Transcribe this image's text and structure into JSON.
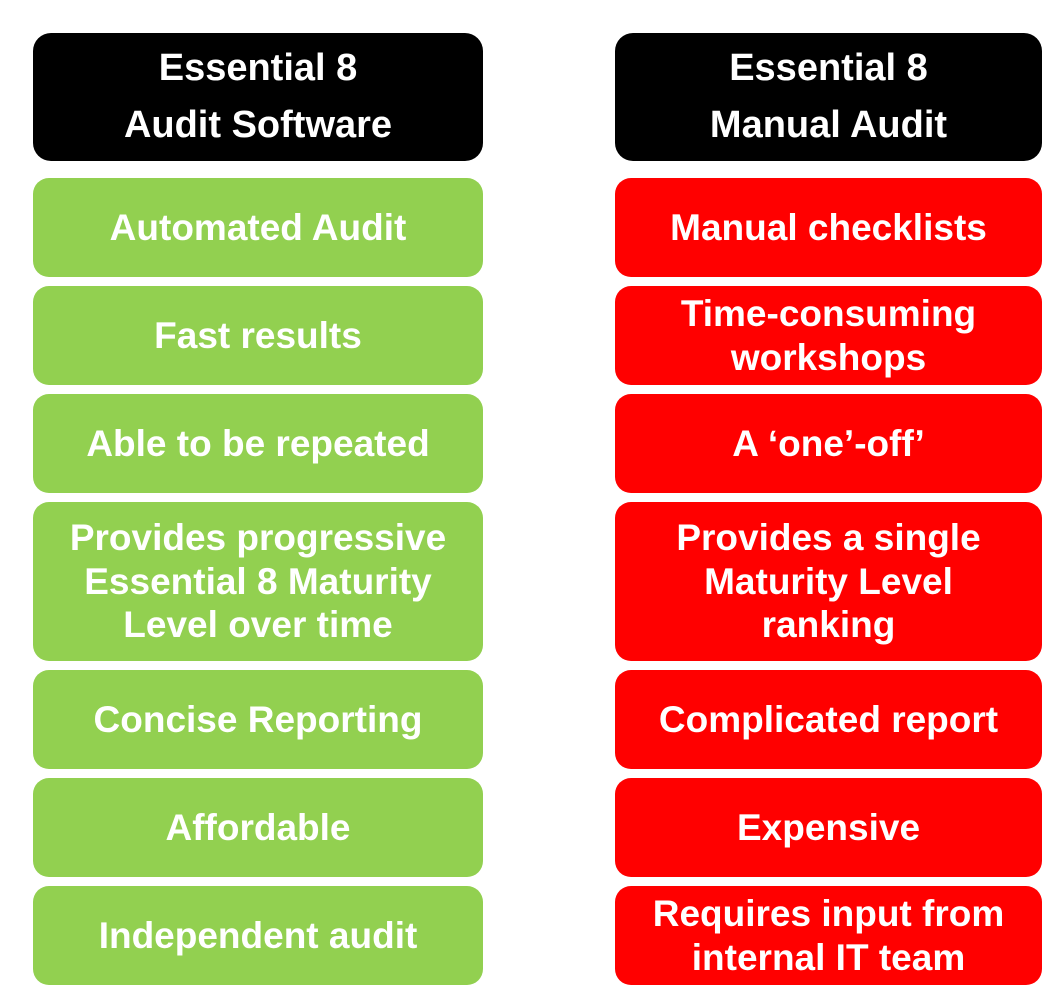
{
  "colors": {
    "positive_green": "#92D050",
    "negative_red": "#FF0000",
    "header_bg": "#000000",
    "text": "#FFFFFF",
    "page_background": "#FFFFFF"
  },
  "columns": [
    {
      "id": "audit-software",
      "sentiment": "positive",
      "header": "Essential 8\nAudit Software",
      "items": [
        {
          "label": "Automated Audit"
        },
        {
          "label": "Fast results"
        },
        {
          "label": "Able to be repeated"
        },
        {
          "label": "Provides progressive\nEssential 8 Maturity\nLevel over time"
        },
        {
          "label": "Concise Reporting"
        },
        {
          "label": "Affordable"
        },
        {
          "label": "Independent audit"
        }
      ]
    },
    {
      "id": "manual-audit",
      "sentiment": "negative",
      "header": "Essential 8\nManual Audit",
      "items": [
        {
          "label": "Manual checklists"
        },
        {
          "label": "Time-consuming\nworkshops"
        },
        {
          "label": "A ‘one’-off’"
        },
        {
          "label": "Provides a single\nMaturity Level\nranking"
        },
        {
          "label": "Complicated report"
        },
        {
          "label": "Expensive"
        },
        {
          "label": "Requires input from\ninternal IT team"
        }
      ]
    }
  ]
}
